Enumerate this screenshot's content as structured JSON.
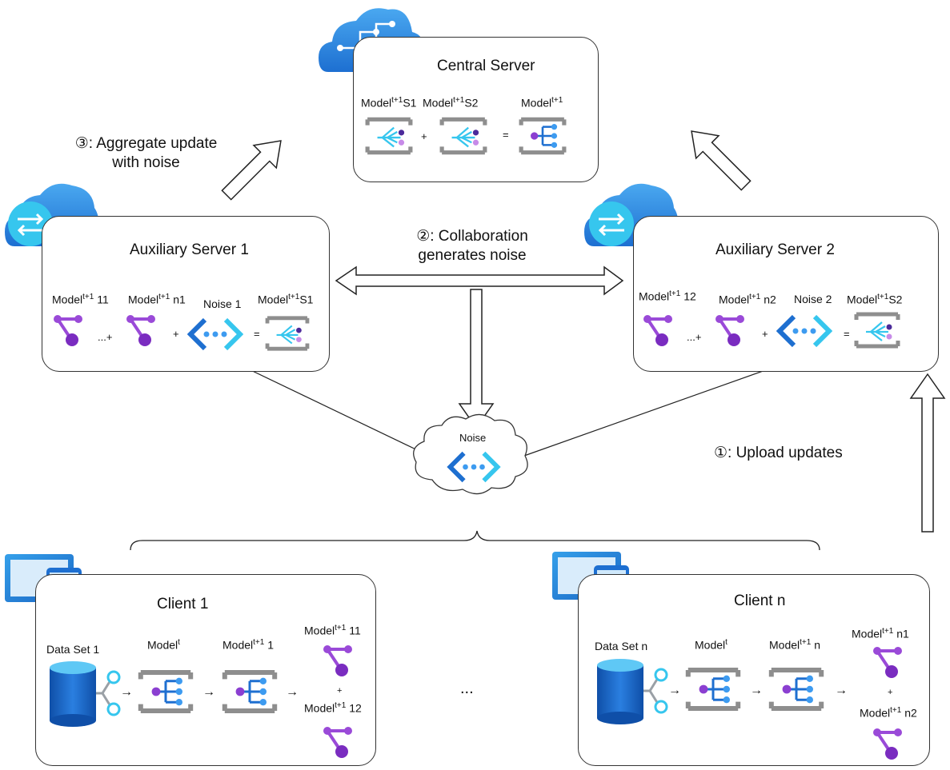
{
  "central": {
    "title": "Central Server",
    "model_prefix": "Model",
    "sup": "t+1",
    "s1_suffix": "S1",
    "s2_suffix": "S2",
    "plus": "+",
    "equals": "="
  },
  "aux1": {
    "title": "Auxiliary Server 1",
    "model_prefix": "Model",
    "sup": "t+1",
    "m11_suffix": " 11",
    "mn1_suffix": " n1",
    "noise_label": "Noise 1",
    "out_suffix": "S1",
    "ellipsis_plus": "...+",
    "plus": "+",
    "equals": "="
  },
  "aux2": {
    "title": "Auxiliary Server 2",
    "model_prefix": "Model",
    "sup": "t+1",
    "m12_suffix": " 12",
    "mn2_suffix": " n2",
    "noise_label": "Noise 2",
    "out_suffix": "S2",
    "ellipsis_plus": "...+",
    "plus": "+",
    "equals": "="
  },
  "noise_cloud": {
    "label": "Noise"
  },
  "steps": {
    "step1": "①:  Upload updates",
    "step2_line1": "②:  Collaboration",
    "step2_line2": "generates noise",
    "step3_line1": "③:  Aggregate update",
    "step3_line2": "with noise"
  },
  "client1": {
    "title": "Client 1",
    "dataset": "Data Set 1",
    "model_prefix": "Model",
    "sup_t": "t",
    "sup": "t+1",
    "m1_suffix": " 1",
    "m11_suffix": " 11",
    "m12_suffix": " 12",
    "plus": "+"
  },
  "clientn": {
    "title": "Client n",
    "dataset": "Data Set n",
    "model_prefix": "Model",
    "sup_t": "t",
    "sup": "t+1",
    "mn_suffix": " n",
    "mn1_suffix": " n1",
    "mn2_suffix": " n2",
    "plus": "+"
  },
  "between_clients": "...",
  "arrow_glyph": "→",
  "colors": {
    "cloud_blue": "#1e7fd6",
    "cloud_light": "#5fb3f2",
    "cyan": "#36c6ee",
    "purple": "#8b3fd1",
    "gray_bracket": "#8e8e8e",
    "db_blue": "#1565c0"
  }
}
